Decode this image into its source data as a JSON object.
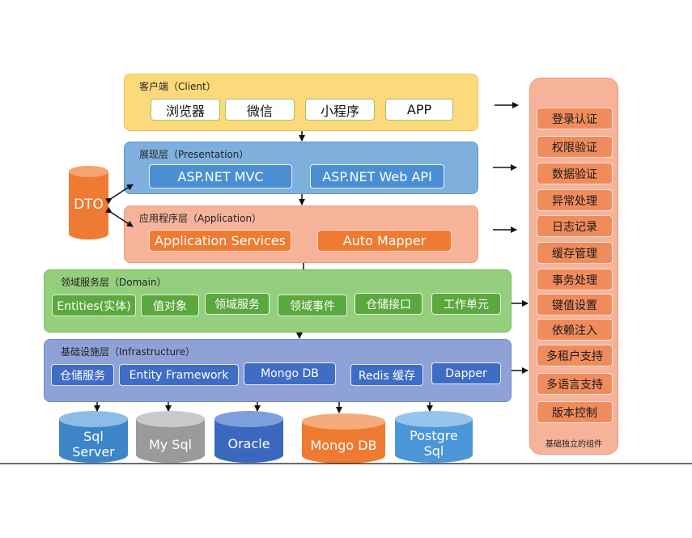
{
  "layers": {
    "client": {
      "title": "客户端（Client）",
      "items": [
        "浏览器",
        "微信",
        "小程序",
        "APP"
      ]
    },
    "presentation": {
      "title": "展现层（Presentation）",
      "items": [
        "ASP.NET MVC",
        "ASP.NET Web API"
      ]
    },
    "application": {
      "title": "应用程序层（Application）",
      "items": [
        "Application Services",
        "Auto Mapper"
      ]
    },
    "domain": {
      "title": "领域服务层（Domain）",
      "items": [
        "Entities(实体)",
        "值对象",
        "领域服务",
        "领域事件",
        "仓储接口",
        "工作单元"
      ]
    },
    "infrastructure": {
      "title": "基础设施层（Infrastructure）",
      "items": [
        "仓储服务",
        "Entity Framework",
        "Mongo DB",
        "Redis 缓存",
        "Dapper"
      ]
    }
  },
  "dto": {
    "label": "DTO"
  },
  "side_panel": {
    "items": [
      "登录认证",
      "权限验证",
      "数据验证",
      "异常处理",
      "日志记录",
      "缓存管理",
      "事务处理",
      "键值设置",
      "依赖注入",
      "多租户支持",
      "多语言支持",
      "版本控制"
    ],
    "caption": "基础独立的组件"
  },
  "databases": [
    {
      "line1": "Sql",
      "line2": "Server",
      "color": "#3d85c8"
    },
    {
      "line1": "My Sql",
      "line2": "",
      "color": "#9a9a9a"
    },
    {
      "line1": "Oracle",
      "line2": "",
      "color": "#3a68bf"
    },
    {
      "line1": "Mongo DB",
      "line2": "",
      "color": "#ef7a32"
    },
    {
      "line1": "Postgre",
      "line2": "Sql",
      "color": "#4a96d8"
    }
  ]
}
